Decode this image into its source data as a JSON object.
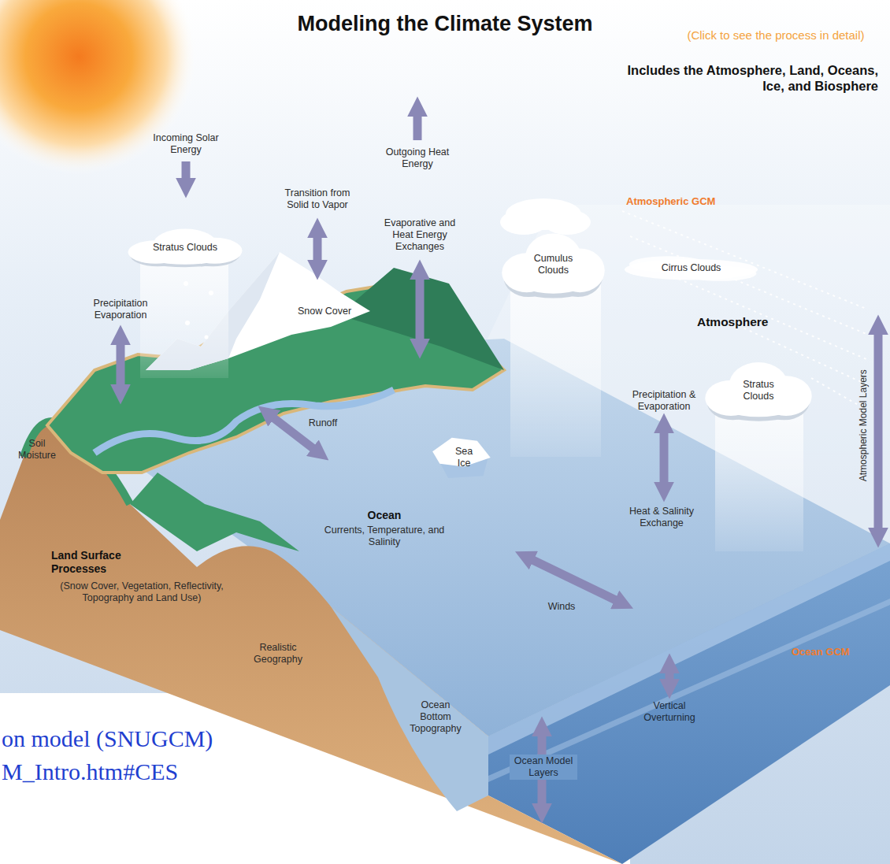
{
  "diagram": {
    "title": "Modeling the Climate System",
    "nodes": [
      {
        "text": [
          "Stratus Clouds"
        ]
      },
      {
        "text": [
          "Cumulus Clouds"
        ]
      },
      {
        "text": [
          "Cirrus Clouds"
        ]
      },
      {
        "text": [
          "Stratus Clouds"
        ]
      },
      {
        "text": [
          "Sea Ice"
        ]
      }
    ],
    "labels": [
      "(Click to see the process in detail)",
      "Includes the Atmosphere, Land, Oceans, Ice, and Biosphere",
      "Incoming Solar Energy",
      "Outgoing Heat Energy",
      "Transition from Solid to Vapor",
      "Evaporative and Heat Energy Exchanges",
      "Atmospheric GCM",
      "Atmosphere",
      "Atmospheric Model Layers",
      "Precipitation Evaporation",
      "Snow Cover",
      "Precipitation & Evaporation",
      "Soil Moisture",
      "Runoff",
      "Ocean",
      "Currents, Temperature, and Salinity",
      "Heat & Salinity Exchange",
      "Land Surface Processes",
      "(Snow Cover, Vegetation, Reflectivity, Topography and Land Use)",
      "Winds",
      "Realistic Geography",
      "Ocean GCM",
      "Vertical Overturning",
      "Ocean Bottom Topography",
      "Ocean Model Layers",
      "on model (SNUGCM)",
      "M_Intro.htm#CES"
    ]
  }
}
